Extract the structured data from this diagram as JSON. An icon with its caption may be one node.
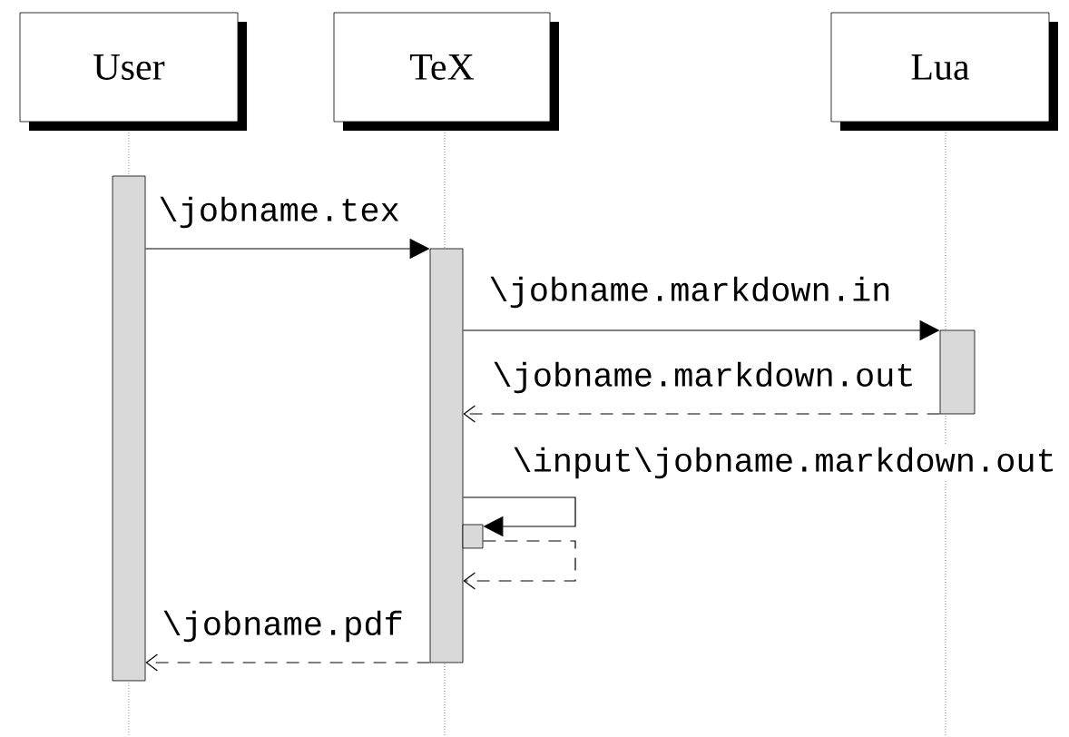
{
  "diagram": {
    "nodes": [
      {
        "text": [
          "User"
        ]
      },
      {
        "text": [
          "TeX"
        ]
      },
      {
        "text": [
          "Lua"
        ]
      },
      {
        "text": [],
        "shape": "bar"
      },
      {
        "text": [],
        "shape": "bar"
      },
      {
        "text": [],
        "shape": "bar"
      },
      {
        "text": [],
        "shape": "bar"
      }
    ],
    "edges": [
      {
        "from": 3,
        "to": 4,
        "arrow": "to",
        "label": "\\jobname.tex"
      },
      {
        "from": 4,
        "to": 5,
        "arrow": "to",
        "label": "\\jobname.markdown.in"
      },
      {
        "from": 5,
        "to": 4,
        "arrow": "to",
        "style": "dashed",
        "label": "\\jobname.markdown.out"
      },
      {
        "from": 4,
        "to": 6,
        "arrow": "to",
        "label": "\\input\\jobname.markdown.out"
      },
      {
        "from": 6,
        "to": 4,
        "arrow": "to",
        "style": "dashed"
      },
      {
        "from": 4,
        "to": 3,
        "arrow": "to",
        "style": "dashed",
        "label": "\\jobname.pdf"
      }
    ]
  }
}
